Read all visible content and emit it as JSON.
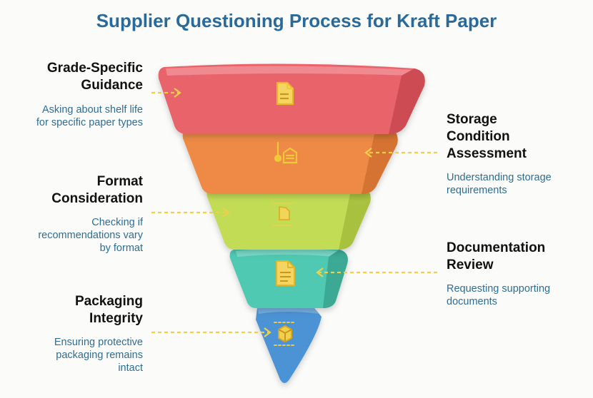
{
  "title": "Supplier Questioning Process for Kraft Paper",
  "colors": {
    "title": "#2a6a9a",
    "description": "#2e6d93",
    "icon": "#f0c83a",
    "connector": "#f0cf4a",
    "layer_1": "#e9646b",
    "layer_2": "#ee8a45",
    "layer_3": "#c3dc55",
    "layer_4": "#4fc9b2",
    "layer_5": "#4c93d4"
  },
  "steps": [
    {
      "heading": [
        "Grade-Specific",
        "Guidance"
      ],
      "description": [
        "Asking about shelf life",
        "for specific paper types"
      ],
      "icon": "document-icon",
      "side": "left"
    },
    {
      "heading": [
        "Storage",
        "Condition",
        "Assessment"
      ],
      "description": [
        "Understanding storage",
        "requirements"
      ],
      "icon": "thermometer-warehouse-icon",
      "side": "right"
    },
    {
      "heading": [
        "Format",
        "Consideration"
      ],
      "description": [
        "Checking if",
        "recommendations vary",
        "by format"
      ],
      "icon": "format-resize-icon",
      "side": "left"
    },
    {
      "heading": [
        "Documentation",
        "Review"
      ],
      "description": [
        "Requesting supporting",
        "documents"
      ],
      "icon": "file-icon",
      "side": "right"
    },
    {
      "heading": [
        "Packaging",
        "Integrity"
      ],
      "description": [
        "Ensuring protective",
        "packaging remains",
        "intact"
      ],
      "icon": "package-box-icon",
      "side": "left"
    }
  ]
}
